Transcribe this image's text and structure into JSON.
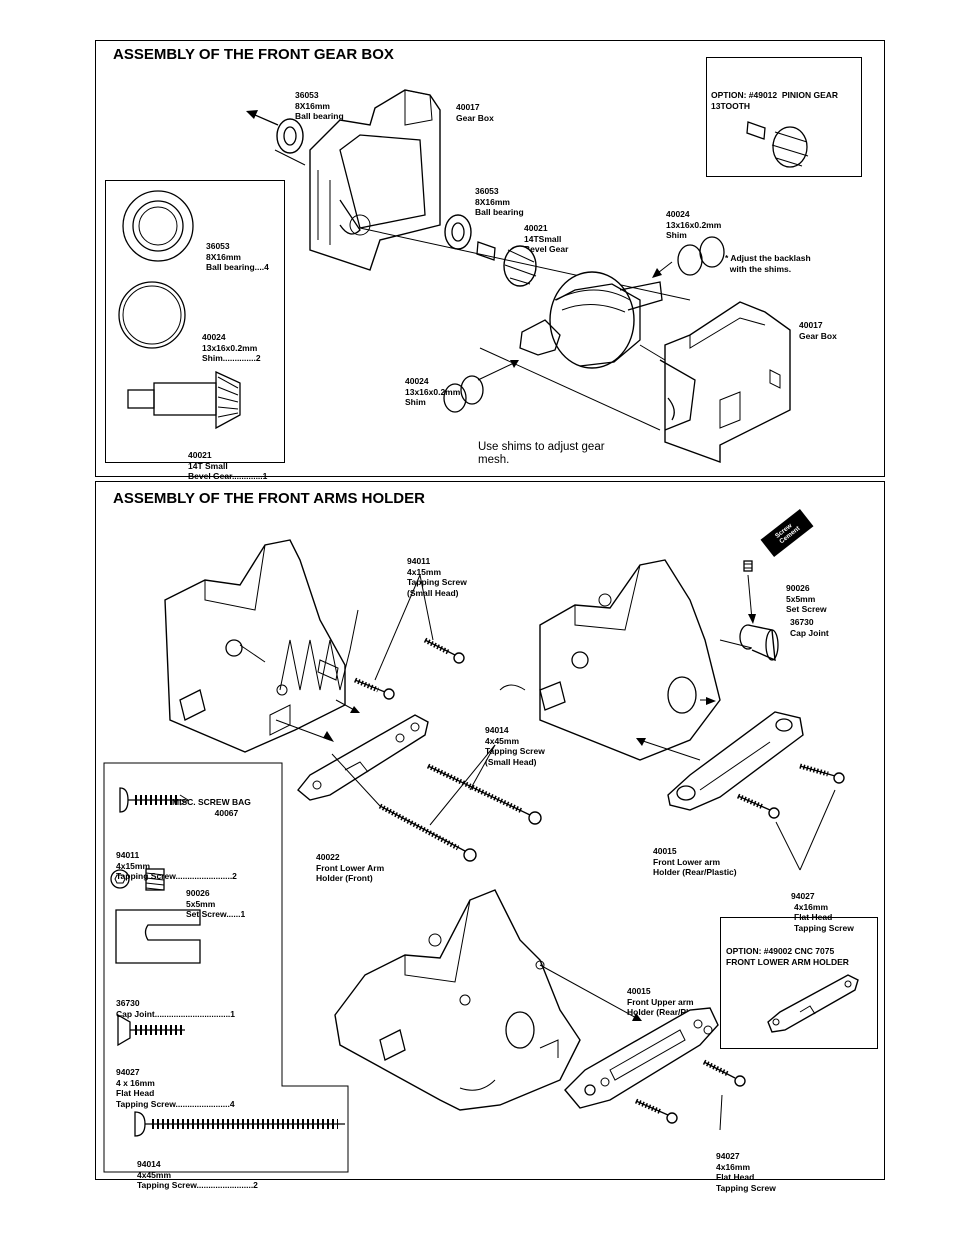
{
  "gearbox": {
    "title": "ASSEMBLY OF THE FRONT GEAR BOX",
    "option_pinion": {
      "l1": "OPTION: #49012  PINION GEAR",
      "l2": "13TOOTH"
    },
    "kit": [
      {
        "l1": "36053",
        "l2": "8X16mm",
        "l3": "Ball bearing....4"
      },
      {
        "l1": "40024",
        "l2": "13x16x0.2mm",
        "l3": "Shim..............2"
      },
      {
        "l1": "40021",
        "l2": "14T Small",
        "l3": "Bevel Gear.............1"
      }
    ],
    "labels": {
      "bearing_top": {
        "l1": "36053",
        "l2": "8X16mm",
        "l3": "Ball bearing"
      },
      "gearbox_top": {
        "l1": "40017",
        "l2": "Gear Box"
      },
      "bearing_mid": {
        "l1": "36053",
        "l2": "8X16mm",
        "l3": "Ball bearing"
      },
      "bevel": {
        "l1": "40021",
        "l2": "14TSmall",
        "l3": "Bevel Gear"
      },
      "shim_right": {
        "l1": "40024",
        "l2": "13x16x0.2mm",
        "l3": "Shim"
      },
      "backlash": {
        "l1": "* Adjust the backlash",
        "l2": "  with the shims."
      },
      "gearbox_right": {
        "l1": "40017",
        "l2": "Gear Box"
      },
      "shim_left": {
        "l1": "40024",
        "l2": "13x16x0.2mm",
        "l3": "Shim"
      }
    },
    "note": {
      "l1": "Use shims to adjust gear",
      "l2": "mesh."
    }
  },
  "arms": {
    "title": "ASSEMBLY OF THE FRONT ARMS HOLDER",
    "labels": {
      "screw_small": {
        "l1": "94011",
        "l2": "4x15mm",
        "l3": "Tapping Screw",
        "l4": "(Small Head)"
      },
      "screw_long": {
        "l1": "94014",
        "l2": "4x45mm",
        "l3": "Tapping Screw",
        "l4": "(Small Head)"
      },
      "set_screw": {
        "l1": "90026",
        "l2": "5x5mm",
        "l3": "Set Screw"
      },
      "cap_joint": {
        "l1": "36730",
        "l2": "Cap Joint"
      },
      "lower_front": {
        "l1": "40022",
        "l2": "Front Lower Arm",
        "l3": "Holder (Front)"
      },
      "lower_rear": {
        "l1": "40015",
        "l2": "Front Lower arm",
        "l3": "Holder (Rear/Plastic)"
      },
      "flat_right": {
        "l1": "94027",
        "l2": "4x16mm",
        "l3": "Flat Head",
        "l4": "Tapping Screw"
      },
      "upper_rear": {
        "l1": "40015",
        "l2": "Front Upper arm",
        "l3": "Holder (Rear/Plastic)"
      },
      "flat_bottom": {
        "l1": "94027",
        "l2": "4x16mm",
        "l3": "Flat Head",
        "l4": "Tapping Screw"
      }
    },
    "screw_cement": "Screw Cement",
    "option_cnc": {
      "l1": "OPTION: #49002 CNC 7075",
      "l2": "FRONT LOWER ARM HOLDER"
    },
    "bag": {
      "title_l1": "MISC. SCREW BAG",
      "title_l2": "40067",
      "items": [
        {
          "l1": "94011",
          "l2": "4x15mm",
          "l3": "Tapping Screw........................2"
        },
        {
          "l1": "90026",
          "l2": "5x5mm",
          "l3": "Set Screw......1"
        },
        {
          "l1": "36730",
          "l2": "Cap Joint................................1"
        },
        {
          "l1": "94027",
          "l2": "4 x 16mm",
          "l3": "Flat Head",
          "l4": "Tapping Screw.......................4"
        },
        {
          "l1": "94014",
          "l2": "4x45mm",
          "l3": "Tapping Screw........................2"
        }
      ]
    }
  }
}
